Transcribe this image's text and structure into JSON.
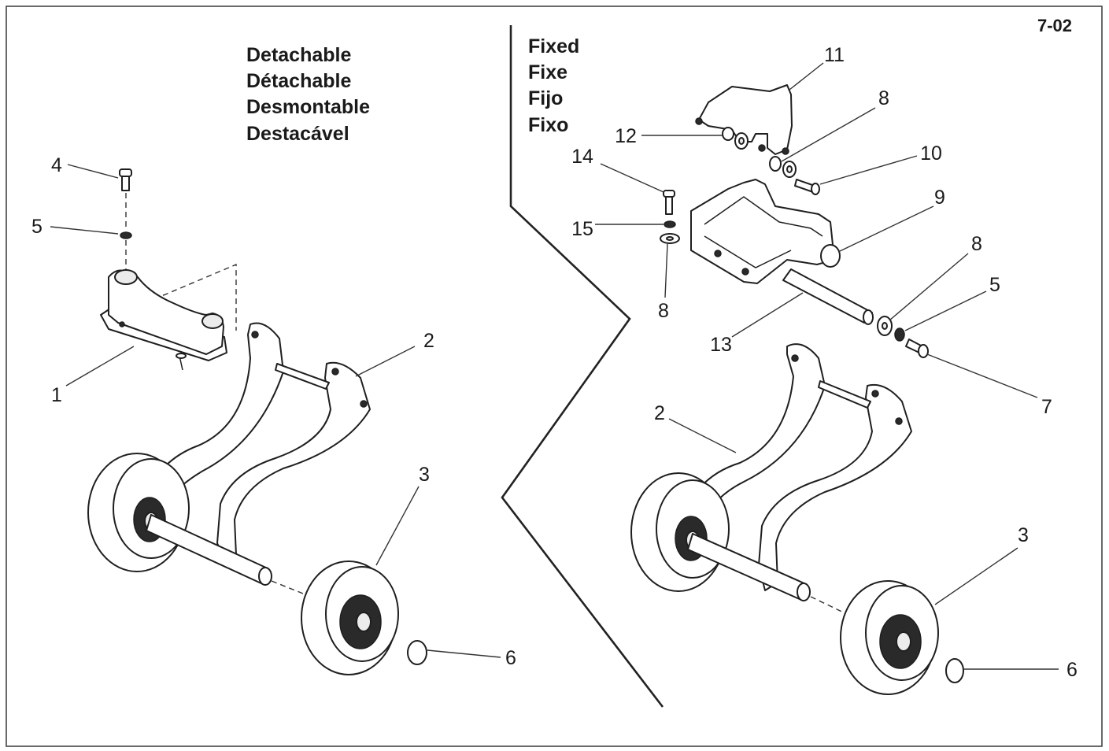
{
  "page_number": "7-02",
  "left_titles": [
    "Detachable",
    "Détachable",
    "Desmontable",
    "Destacável"
  ],
  "right_titles": [
    "Fixed",
    "Fixe",
    "Fijo",
    "Fixo"
  ],
  "left_callouts": [
    "4",
    "5",
    "1",
    "2",
    "3",
    "6"
  ],
  "right_callouts": [
    "11",
    "8",
    "12",
    "10",
    "14",
    "9",
    "15",
    "8",
    "5",
    "8",
    "13",
    "7",
    "2",
    "3",
    "6"
  ]
}
